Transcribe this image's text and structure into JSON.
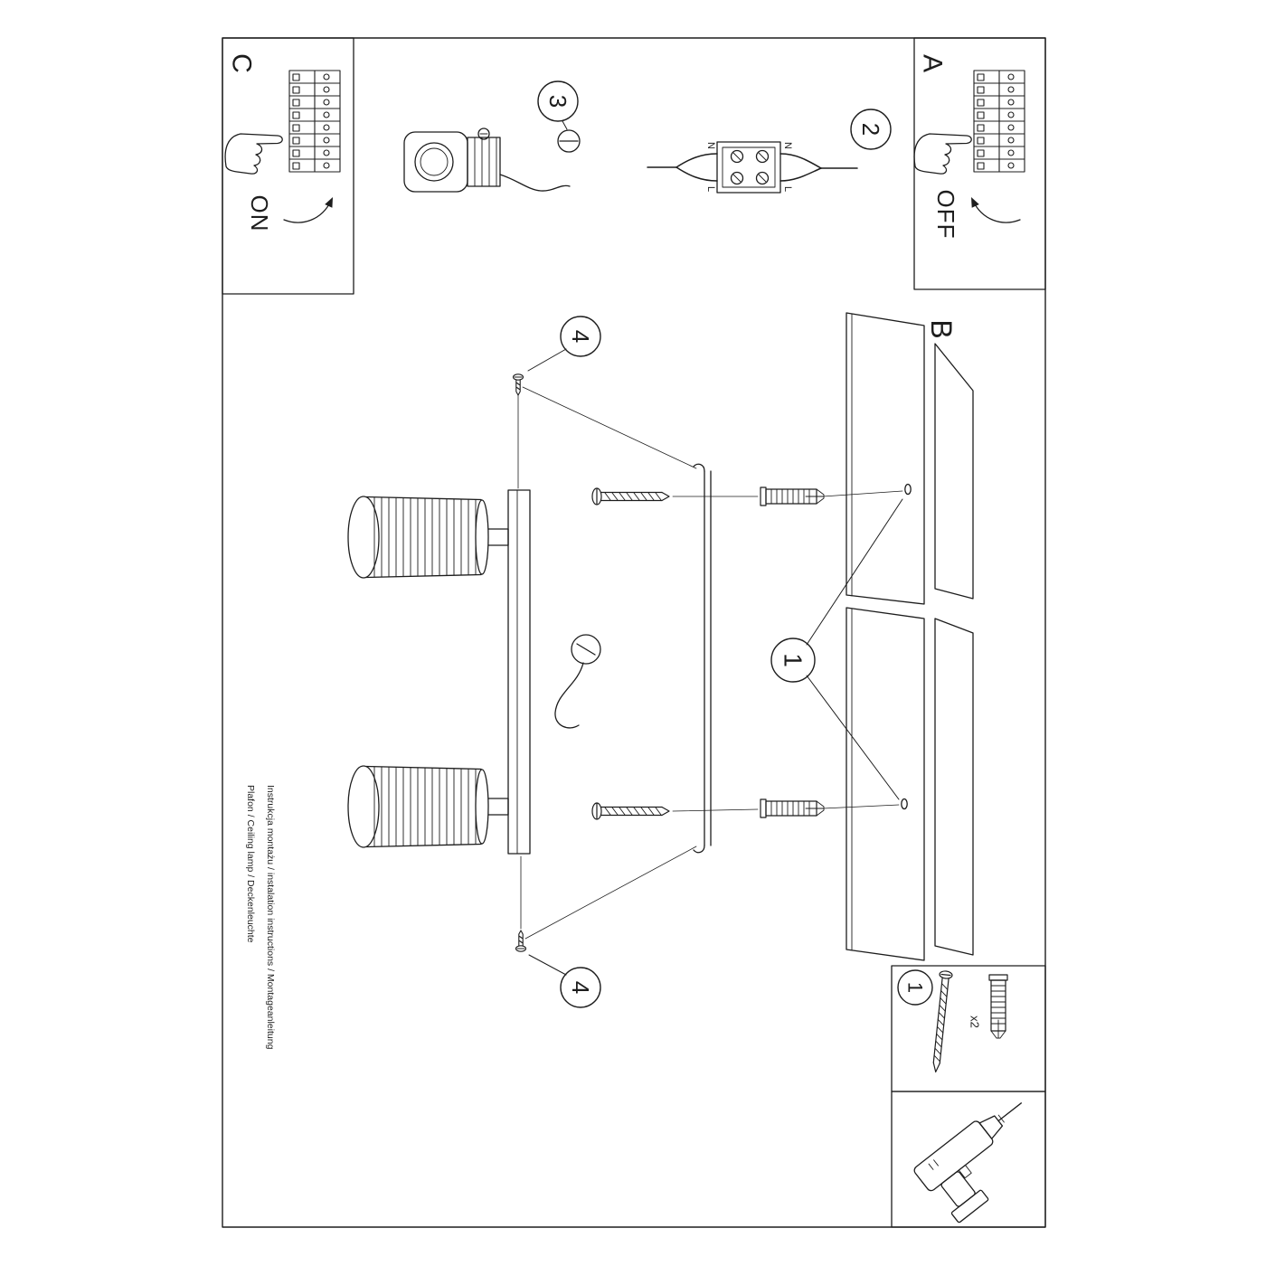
{
  "colors": {
    "paper": "#ffffff",
    "ink": "#1d1d1d"
  },
  "annotations": {
    "step_a": "A",
    "step_b": "B",
    "step_c": "C",
    "power_on": "ON",
    "power_off": "OFF",
    "badge_1": "1",
    "badge_2": "2",
    "badge_3": "3",
    "badge_4": "4",
    "qty": "x2",
    "wire_neutral": "N",
    "wire_live": "L"
  },
  "footer": {
    "line_instructions": "Instrukcja montażu / instalation instructions / Montageanleitung",
    "line_product": "Plafon / Ceiling lamp / Deckenleuchte"
  }
}
